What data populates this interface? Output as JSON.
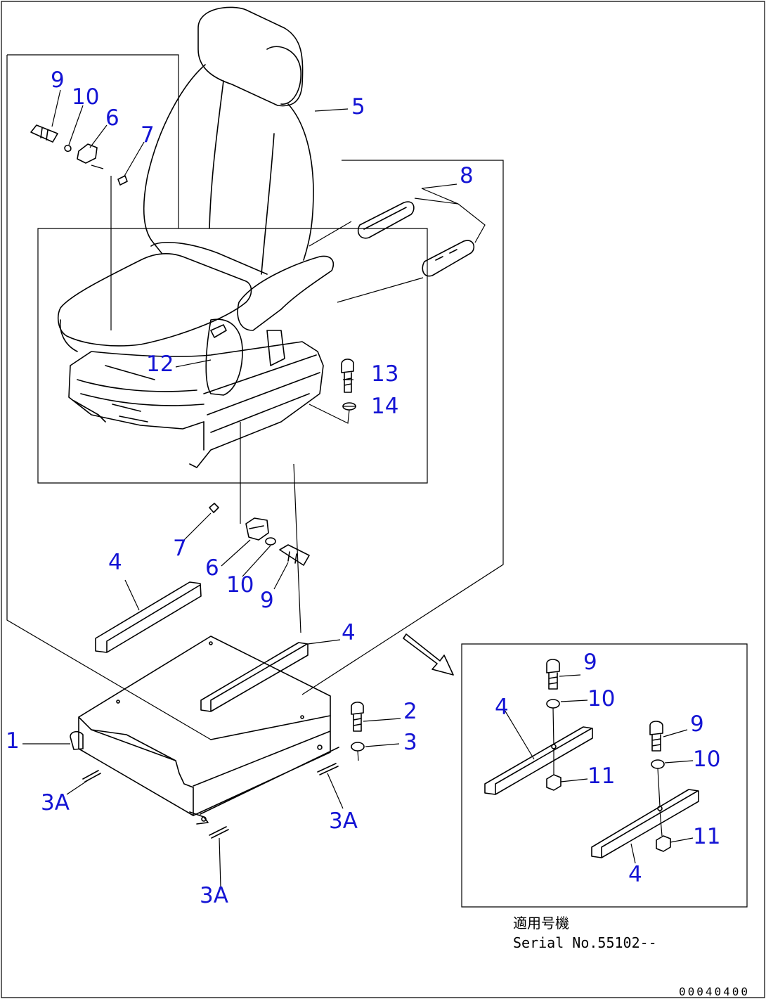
{
  "callouts": {
    "c1": "1",
    "c2": "2",
    "c3": "3",
    "c3a_left": "3A",
    "c3a_bottom": "3A",
    "c3a_right": "3A",
    "c4_left": "4",
    "c4_center": "4",
    "c4_detail_left": "4",
    "c4_detail_right": "4",
    "c5": "5",
    "c6_top": "6",
    "c6_mid": "6",
    "c7_top": "7",
    "c7_mid": "7",
    "c8": "8",
    "c9_top": "9",
    "c9_mid": "9",
    "c9_detail_left": "9",
    "c9_detail_right": "9",
    "c10_top": "10",
    "c10_mid": "10",
    "c10_detail_left": "10",
    "c10_detail_right": "10",
    "c11_detail_left": "11",
    "c11_detail_right": "11",
    "c12": "12",
    "c13": "13",
    "c14": "14"
  },
  "serial": {
    "applicable_label": "適用号機",
    "serial_number": "Serial No.55102--"
  },
  "document_number": "00040400",
  "colors": {
    "callout": "#1414d4",
    "line": "#000000",
    "background": "#ffffff"
  }
}
